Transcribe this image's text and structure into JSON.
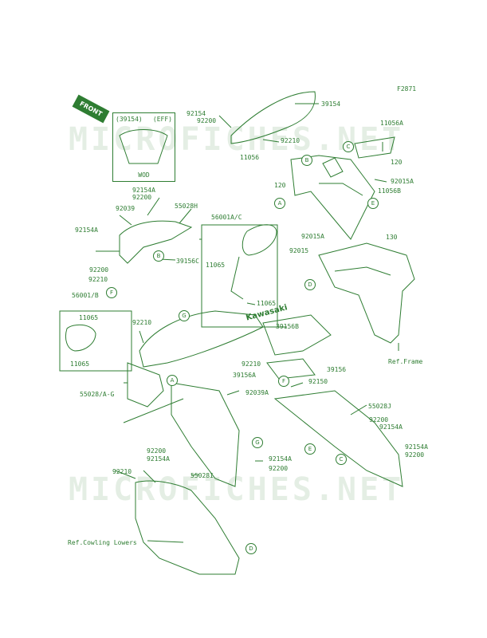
{
  "figure_code": "F2871",
  "watermark": "MICROFICHES.NET",
  "front_label": "FRONT",
  "inset": {
    "part": "(39154)",
    "region": "(EFF)",
    "variant": "WOD"
  },
  "mirror_brand": "Kawasaki",
  "refs": {
    "frame": "Ref.Frame",
    "cowling": "Ref.Cowling Lowers"
  },
  "callouts": [
    "A",
    "B",
    "C",
    "D",
    "E",
    "F",
    "G"
  ],
  "parts": {
    "p39154": "39154",
    "p92154": "92154",
    "p92200": "92200",
    "p92210": "92210",
    "p11056A": "11056A",
    "p11056": "11056",
    "p120": "120",
    "p92015A": "92015A",
    "p11056B": "11056B",
    "p130": "130",
    "p92015": "92015",
    "p92154A": "92154A",
    "p92039": "92039",
    "p55028H": "55028H",
    "p56001AC": "56001A/C",
    "p39156C": "39156C",
    "p11065": "11065",
    "p56001B": "56001/B",
    "p39156B": "39156B",
    "p39156A": "39156A",
    "p39156": "39156",
    "p55028AG": "55028/A-G",
    "p92039A": "92039A",
    "p92150": "92150",
    "p55028J": "55028J",
    "p55028I": "55028I"
  },
  "colors": {
    "line": "#2e7d32",
    "watermark": "#2e7d32",
    "background": "#ffffff"
  }
}
